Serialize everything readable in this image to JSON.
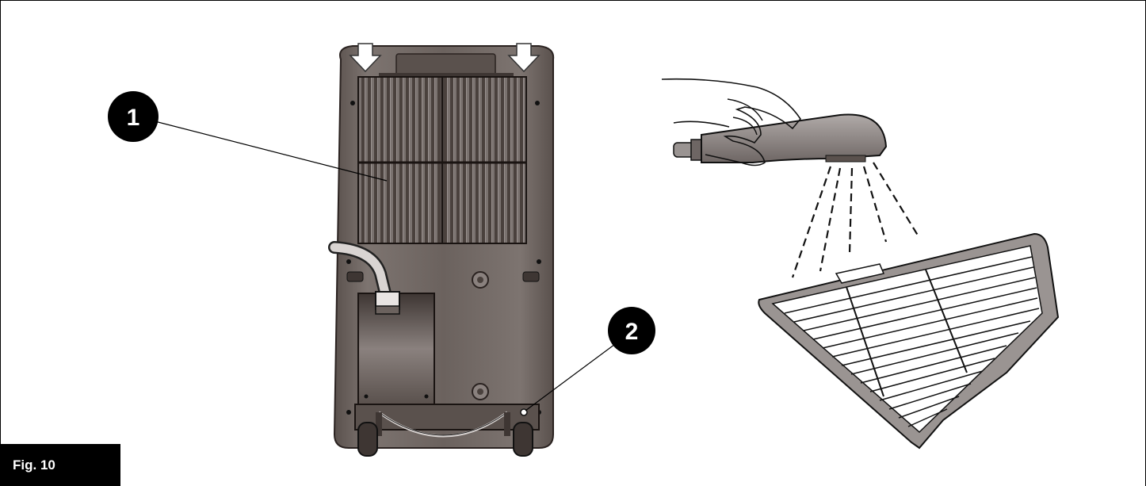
{
  "figure": {
    "label": "Fig. 10"
  },
  "callouts": [
    {
      "number": "1"
    },
    {
      "number": "2"
    }
  ],
  "colors": {
    "unit_body": "#6b625e",
    "unit_dark": "#4a413d",
    "filter_grey": "#8a8482",
    "hand_outline": "#000000",
    "label_bg": "#000000"
  }
}
